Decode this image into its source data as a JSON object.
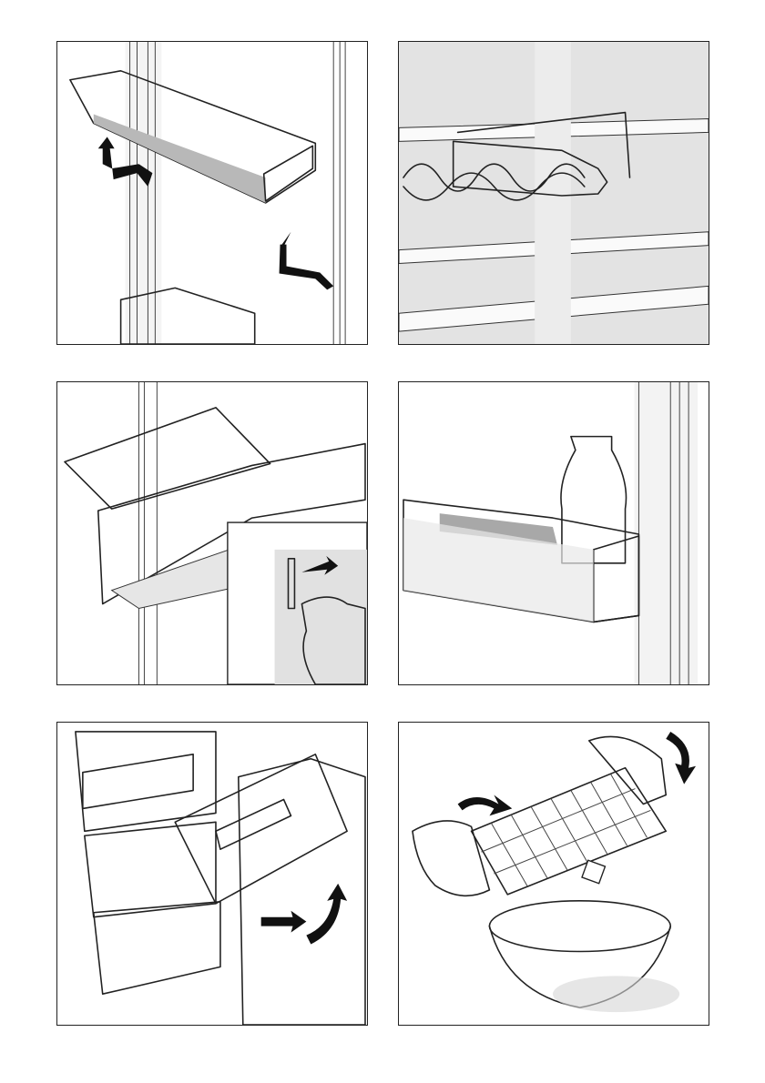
{
  "page": {
    "panels": [
      {
        "id": "p1",
        "icon": "door-shelf-removal-icon"
      },
      {
        "id": "p2",
        "icon": "wine-rack-icon"
      },
      {
        "id": "p3",
        "icon": "shelf-cover-hinge-icon"
      },
      {
        "id": "p4",
        "icon": "bottle-door-shelf-icon"
      },
      {
        "id": "p5",
        "icon": "freezer-drawer-removal-icon"
      },
      {
        "id": "p6",
        "icon": "ice-cube-tray-icon"
      }
    ]
  },
  "colors": {
    "line": "#222222",
    "arrow": "#111111",
    "shade": "#d9d9d9",
    "light_shade": "#ececec"
  }
}
